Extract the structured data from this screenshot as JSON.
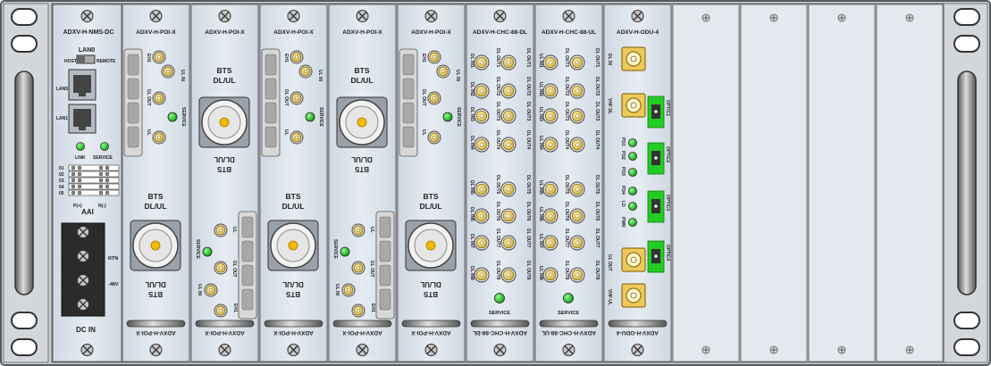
{
  "colors": {
    "frame": "#d3d6da",
    "frame_edge": "#555a61",
    "module": "#d9e1ea",
    "blank": "#e4e9ef",
    "led": "#22cc22",
    "gold": "#ecc95a",
    "optic": "#22cc22"
  },
  "modules": [
    {
      "id": "nms",
      "top": "ADXV-H-NMS-DC",
      "bottom": ""
    },
    {
      "id": "poi1",
      "top": "ADXV-H-POI-X",
      "bottom": "ADXV-H-POI-X"
    },
    {
      "id": "poi2",
      "top": "ADXV-H-POI-X",
      "bottom": "ADXV-H-POI-X"
    },
    {
      "id": "poi3",
      "top": "ADXV-H-POI-X",
      "bottom": "ADXV-H-POI-X"
    },
    {
      "id": "poi4",
      "top": "ADXV-H-POI-X",
      "bottom": "ADXV-H-POI-X"
    },
    {
      "id": "poi5",
      "top": "ADXV-H-POI-X",
      "bottom": "ADXV-H-POI-X"
    },
    {
      "id": "chcdl",
      "top": "ADXV-H-CHC-88-DL",
      "bottom": "ADXV-H-CHC-88-DL"
    },
    {
      "id": "chcul",
      "top": "ADXV-H-CHC-88-UL",
      "bottom": "ADXV-H-CHC-88-UL"
    },
    {
      "id": "odu",
      "top": "ADXV-H-ODU-4",
      "bottom": "ADXV-H-ODU-4"
    }
  ],
  "nms": {
    "lan0": "LAN0",
    "host": "HOST",
    "remote": "REMOTE",
    "lan5": "LAN5",
    "lan1": "LAN1",
    "link": "LINK",
    "service": "SERVICE",
    "aai_rows": [
      "01",
      "02",
      "03",
      "04",
      "05"
    ],
    "p": "P(+)",
    "n": "N(-)",
    "aai": "AAI",
    "rtn": "RTN",
    "v48": "-48V",
    "dcin": "DC IN"
  },
  "poi": {
    "bts": "BTS",
    "dlul": "DL/UL",
    "eh1": "EH1",
    "ul_in": "UL IN",
    "dl_out": "DL OUT",
    "ul": "UL",
    "service": "SERVICE"
  },
  "chc": {
    "dl_in": [
      "DL IN1",
      "DL IN2",
      "DL IN3",
      "DL IN4",
      "DL IN5",
      "DL IN6",
      "DL IN7",
      "DL IN8"
    ],
    "ul_in": [
      "UL IN1",
      "UL IN2",
      "UL IN3",
      "UL IN4",
      "UL IN5",
      "UL IN6",
      "UL IN7",
      "UL IN8"
    ],
    "dl_out_a": [
      "DL OUT1",
      "DL OUT2",
      "DL OUT3",
      "DL OUT4",
      "DL OUT5",
      "DL OUT6",
      "DL OUT7",
      "DL OUT8"
    ],
    "dl_out_b": [
      "DL OUT1",
      "DL OUT2",
      "DL OUT3",
      "DL OUT4",
      "DL OUT5",
      "DL OUT6",
      "DL OUT7",
      "DL OUT8"
    ],
    "service": "SERVICE"
  },
  "odu": {
    "dl_in": "DL IN",
    "vhf_dl": "VHF DL",
    "optic": [
      "OPTIC1",
      "OPTIC2",
      "OPTIC3",
      "OPTIC4"
    ],
    "leds": [
      "PD1",
      "PD2",
      "PD3",
      "PD4",
      "LD",
      "PWR"
    ],
    "ul_out": "UL OUT",
    "vhf_ul": "VHF UL"
  }
}
